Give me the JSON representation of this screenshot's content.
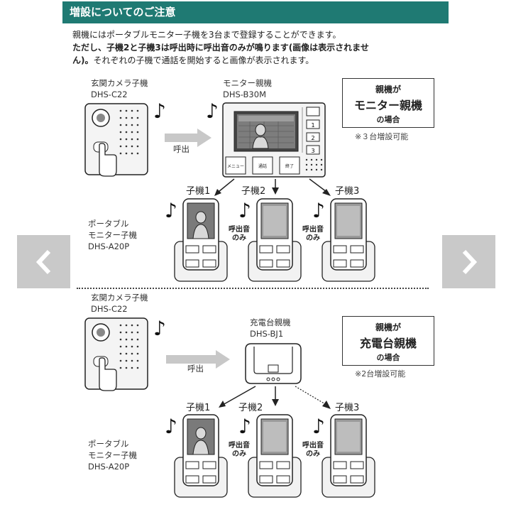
{
  "header": {
    "title": "増設についてのご注意"
  },
  "intro": {
    "line1": "親機にはポータブルモニター子機を3台まで登録することができます。",
    "line2_bold": "ただし、子機2と子機3は呼出時に呼出音のみが鳴ります(画像は表示されませ",
    "line3_bold": "ん)。",
    "line3_rest": "それぞれの子機で通話を開始すると画像が表示されます。"
  },
  "section1": {
    "camera_label1": "玄関カメラ子機",
    "camera_label2": "DHS-C22",
    "call_label": "呼出",
    "monitor_label1": "モニター親機",
    "monitor_label2": "DHS-B30M",
    "monitor_buttons": [
      "メニュー",
      "通話",
      "終了"
    ],
    "box_l1": "親機が",
    "box_l2": "モニター親機",
    "box_l3": "の場合",
    "box_note": "※３台増設可能",
    "handsets": [
      "子機1",
      "子機2",
      "子機3"
    ],
    "ring_only": [
      "呼出音",
      "のみ"
    ],
    "portable_label": [
      "ポータブル",
      "モニター子機",
      "DHS-A20P"
    ]
  },
  "section2": {
    "camera_label1": "玄関カメラ子機",
    "camera_label2": "DHS-C22",
    "call_label": "呼出",
    "charger_label1": "充電台親機",
    "charger_label2": "DHS-BJ1",
    "box_l1": "親機が",
    "box_l2": "充電台親機",
    "box_l3": "の場合",
    "box_note": "※2台増設可能",
    "handsets": [
      "子機1",
      "子機2",
      "子機3"
    ],
    "ring_only": [
      "呼出音",
      "のみ"
    ],
    "portable_label": [
      "ポータブル",
      "モニター子機",
      "DHS-A20P"
    ]
  },
  "nav": {
    "prev": "chevron-left-icon",
    "next": "chevron-right-icon"
  }
}
